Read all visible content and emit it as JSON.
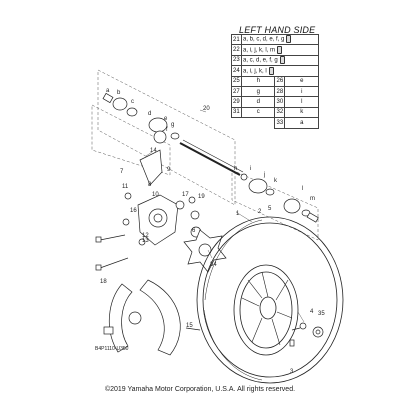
{
  "side_title": "LEFT HAND SIDE",
  "legend": [
    {
      "no": "21",
      "text": "a, b, c, d, e, f, g",
      "icon": "grease-tube"
    },
    {
      "no": "22",
      "text": "a, i, j, k, l, m",
      "icon": "grease-tube"
    },
    {
      "no": "23",
      "text": "a, c, d, e, f, g",
      "icon": "grease-tube"
    },
    {
      "no": "24",
      "text": "a, i, j, k, l",
      "icon": "grease-tube"
    }
  ],
  "legend_pairs": [
    [
      "25",
      "h",
      "26",
      "e"
    ],
    [
      "27",
      "g",
      "28",
      "i"
    ],
    [
      "29",
      "d",
      "30",
      "l"
    ],
    [
      "31",
      "c",
      "32",
      "k"
    ],
    [
      "",
      "",
      "33",
      "a"
    ]
  ],
  "callouts": [
    "1",
    "2",
    "3",
    "4",
    "5",
    "6",
    "7",
    "8",
    "9",
    "10",
    "11",
    "12",
    "13",
    "14",
    "15",
    "16",
    "17",
    "18",
    "19",
    "20",
    "34",
    "35"
  ],
  "letters": [
    "a",
    "b",
    "c",
    "d",
    "e",
    "f",
    "g",
    "h",
    "i",
    "j",
    "k",
    "l",
    "m"
  ],
  "diagram_code": "B4P1110-U350",
  "copyright": "©2019 Yamaha Motor Corporation, U.S.A. All rights reserved."
}
